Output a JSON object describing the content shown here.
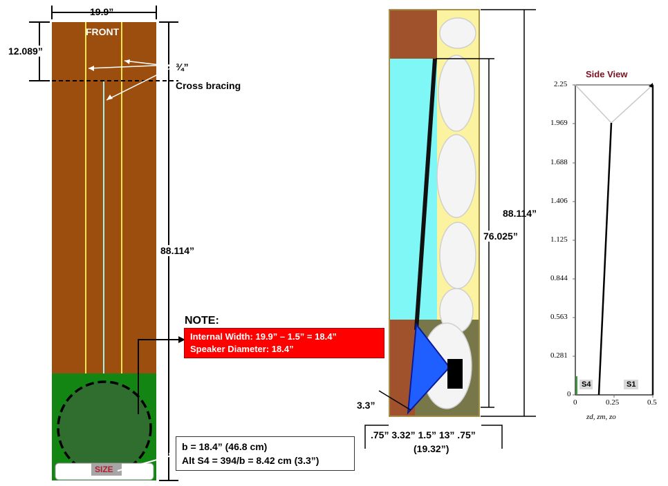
{
  "front_view": {
    "width_label": "19.9”",
    "front_label": "FRONT",
    "top_offset_label": "12.089”",
    "bracing_thickness_label": "¾”",
    "bracing_label": "Cross bracing",
    "height_label": "88.114”",
    "size_label": "SIZE",
    "colors": {
      "wood": "#9c4e0f",
      "speaker_panel": "#138513",
      "speaker": "#2f6e2f",
      "brace_line": "#f6e84a",
      "center_line": "#a8f0f0"
    }
  },
  "note": {
    "title": "NOTE:",
    "line1": "Internal Width:  19.9” – 1.5” = 18.4”",
    "line2": "Speaker Diameter:  18.4”"
  },
  "formula": {
    "line1": "b = 18.4” (46.8 cm)",
    "line2": "Alt S4 = 394/b = 8.42 cm (3.3”)"
  },
  "side_section": {
    "overall_height_label": "88.114”",
    "inner_height_label": "76.025”",
    "throat_label": "3.3”",
    "depth_breakdown_label": ".75” 3.32” 1.5” 13” .75”",
    "total_depth_label": "(19.32”)",
    "colors": {
      "wood": "#a0522d",
      "cavity": "#7ff7f7",
      "stuffing_bg": "#fbf3a0",
      "chamber": "#77774a",
      "driver": "#1f5fff"
    }
  },
  "side_view_plot": {
    "title": "Side View",
    "y_ticks": [
      "2.25",
      "1.969",
      "1.688",
      "1.406",
      "1.125",
      "0.844",
      "0.563",
      "0.281",
      "0"
    ],
    "x_ticks": [
      "0",
      "0.25",
      "0.5"
    ],
    "x_label": "zd, zm, zo",
    "tag_s4": "S4",
    "tag_s1": "S1"
  }
}
